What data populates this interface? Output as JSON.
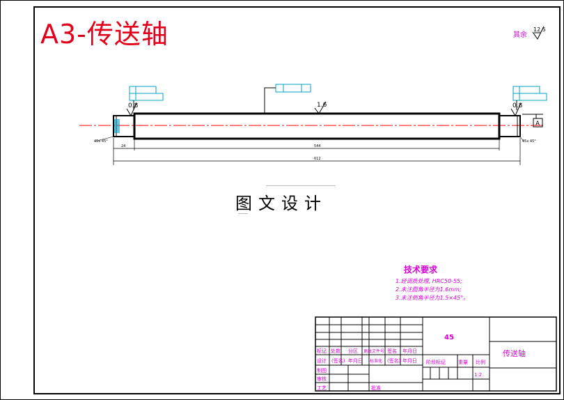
{
  "title": "A3-传送轴",
  "caption": "图文设计",
  "roughness_other": {
    "label": "其余",
    "value": "12.5"
  },
  "roughness_marks": [
    "0.8",
    "1.6",
    "0.8"
  ],
  "datum": "A",
  "dimensions": {
    "shoulder": "24",
    "middle": "544",
    "total": "612",
    "chamfer": "45x 45°"
  },
  "tech_requirements": {
    "title": "技术要求",
    "notes": [
      "1.经调质处理, HRC50-55;",
      "2.未注圆角半径为1.6mm;",
      "3.未注倒角半径为1.5×45°。"
    ]
  },
  "title_block": {
    "material": "45",
    "drawing_name": "传送轴",
    "scale": "1:2",
    "headers": [
      "标记",
      "处数",
      "分区",
      "更改文件号",
      "签名",
      "年月日"
    ],
    "row_design": [
      "设计",
      "(签名)",
      "年月日",
      "标准化",
      "(签名)",
      "年月日"
    ],
    "labels": [
      "审核",
      "工艺",
      "批准",
      "阶段标记",
      "重量",
      "比例"
    ],
    "label_left3": "制图"
  },
  "colors": {
    "red": "#e0001b",
    "magenta": "#d400d4",
    "cyan": "#00a0c8",
    "shaft": "#000000",
    "centerline": "#ff0000"
  }
}
